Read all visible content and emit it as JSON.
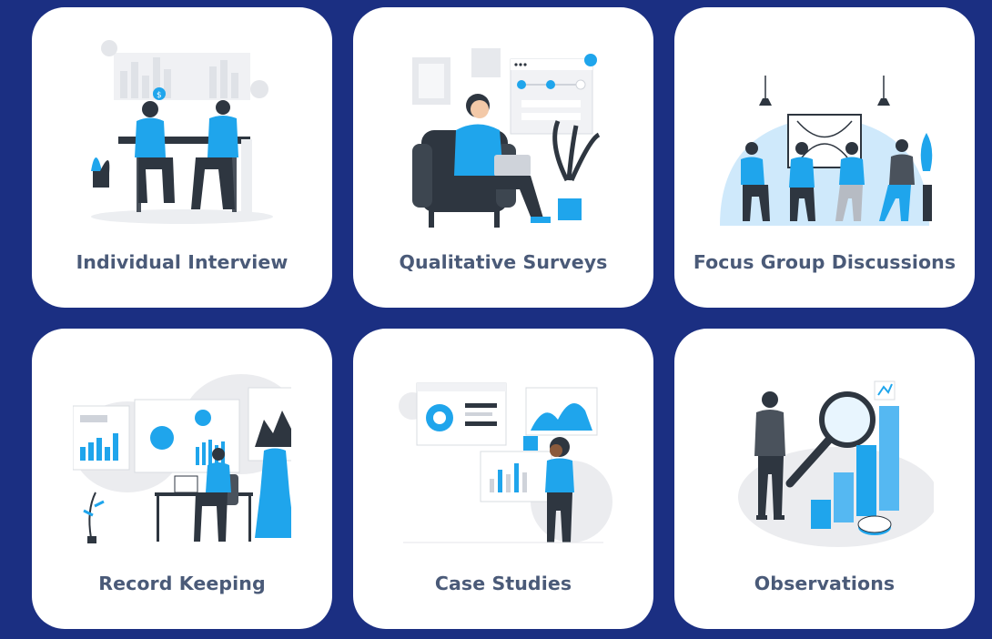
{
  "colors": {
    "page_background": "#1b2f82",
    "card_background": "#ffffff",
    "title_text": "#4a5a78",
    "accent_blue": "#1fa5ec",
    "dark_figure": "#2e3640"
  },
  "cards": [
    {
      "title": "Individual Interview",
      "icon": "interview-illustration"
    },
    {
      "title": "Qualitative Surveys",
      "icon": "survey-illustration"
    },
    {
      "title": "Focus Group Discussions",
      "icon": "focus-group-illustration"
    },
    {
      "title": "Record Keeping",
      "icon": "record-keeping-illustration"
    },
    {
      "title": "Case Studies",
      "icon": "case-study-illustration"
    },
    {
      "title": "Observations",
      "icon": "observation-illustration"
    }
  ]
}
